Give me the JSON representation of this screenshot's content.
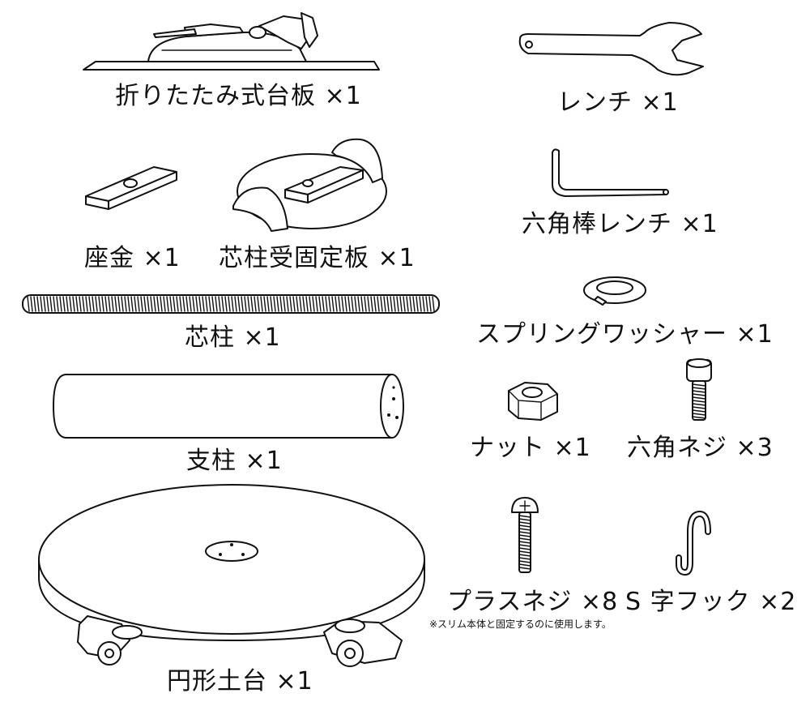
{
  "parts": {
    "folding_plate": "折りたたみ式台板 ×1",
    "wrench": "レンチ ×1",
    "washer_plate": "座金 ×1",
    "core_support_plate": "芯柱受固定板 ×1",
    "hex_wrench": "六角棒レンチ ×1",
    "core_pole": "芯柱 ×1",
    "spring_washer": "スプリングワッシャー ×1",
    "support_pole": "支柱 ×1",
    "nut": "ナット ×1",
    "hex_screw": "六角ネジ ×3",
    "phillips_screw": "プラスネジ ×8",
    "s_hook": "S 字フック ×2",
    "s_hook_note": "※スリム本体と固定するのに使用します。",
    "round_base": "円形土台 ×1"
  }
}
